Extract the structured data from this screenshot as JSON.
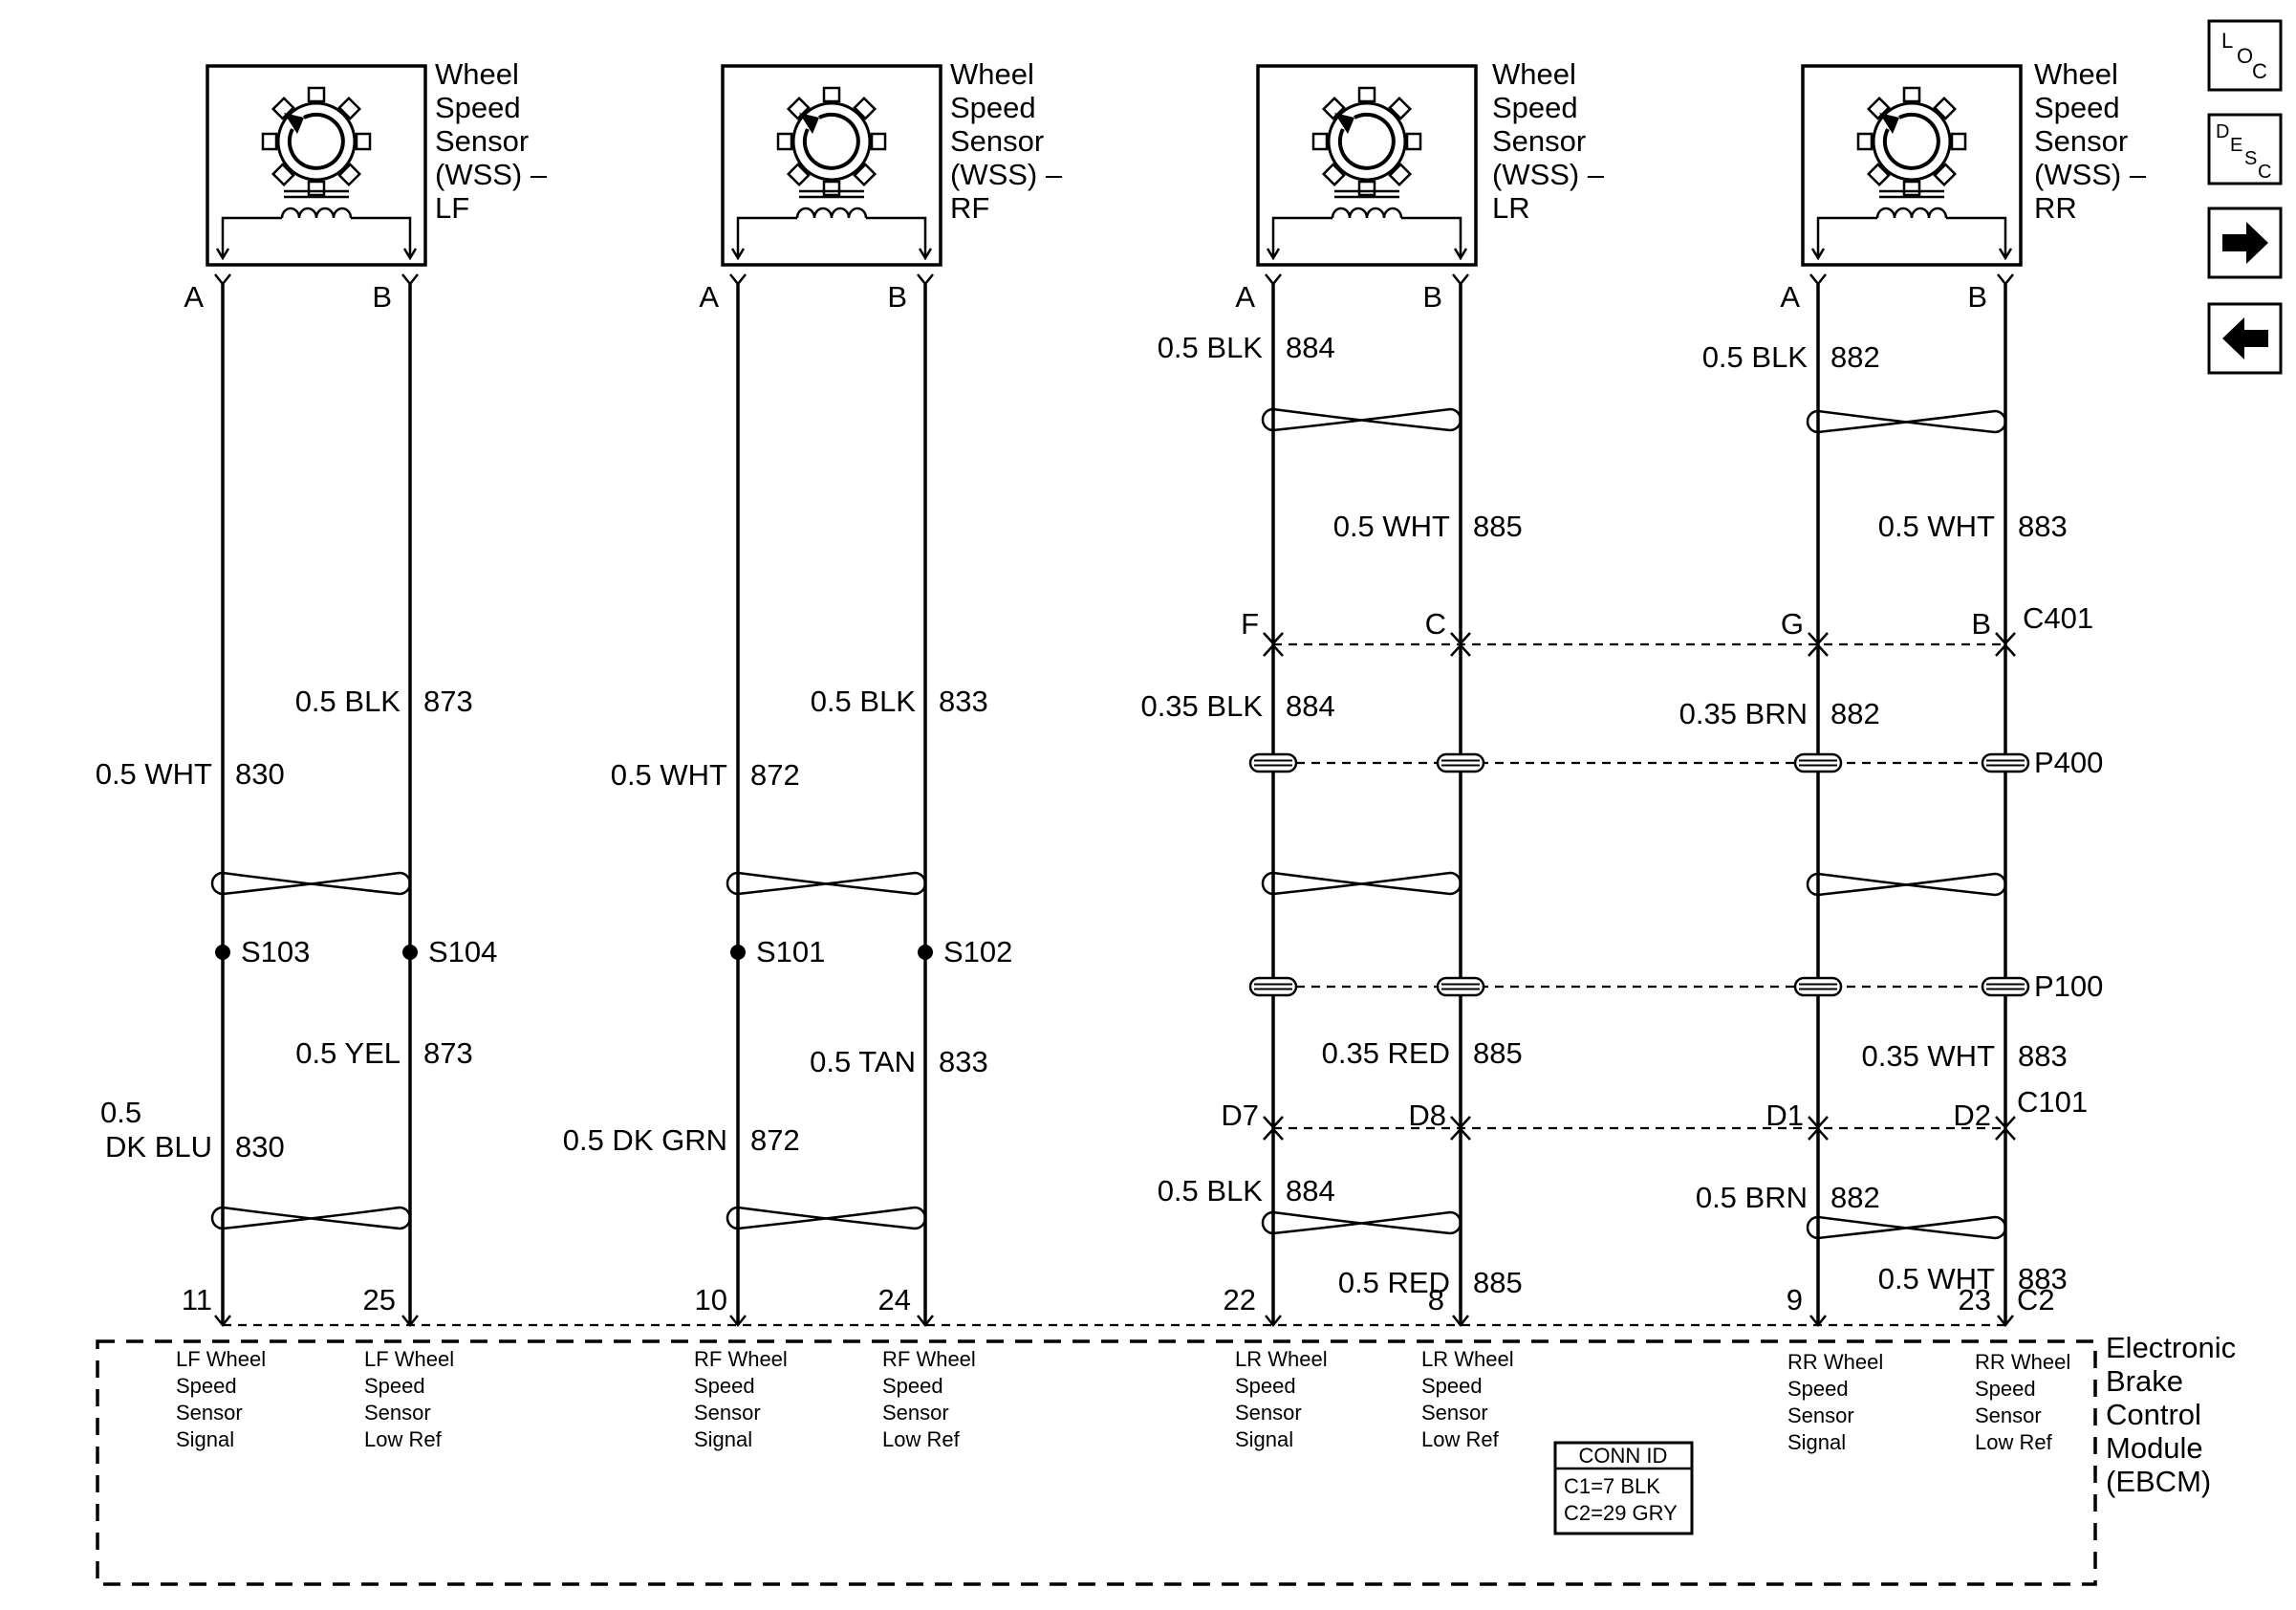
{
  "sensors": [
    {
      "title": [
        "Wheel",
        "Speed",
        "Sensor",
        "(WSS) –",
        "LF"
      ],
      "pin_a": "A",
      "pin_b": "B"
    },
    {
      "title": [
        "Wheel",
        "Speed",
        "Sensor",
        "(WSS) –",
        "RF"
      ],
      "pin_a": "A",
      "pin_b": "B"
    },
    {
      "title": [
        "Wheel",
        "Speed",
        "Sensor",
        "(WSS) –",
        "LR"
      ],
      "pin_a": "A",
      "pin_b": "B"
    },
    {
      "title": [
        "Wheel",
        "Speed",
        "Sensor",
        "(WSS) –",
        "RR"
      ],
      "pin_a": "A",
      "pin_b": "B"
    }
  ],
  "lf": {
    "b_top": {
      "wire": "0.5 BLK",
      "circuit": "873"
    },
    "a_top": {
      "wire": "0.5 WHT",
      "circuit": "830"
    },
    "splice_a": "S103",
    "splice_b": "S104",
    "b_bottom": {
      "wire": "0.5 YEL",
      "circuit": "873"
    },
    "a_bottom": {
      "wire_line1": "0.5",
      "wire_line2": "DK BLU",
      "circuit": "830"
    },
    "pin_a": "11",
    "pin_b": "25"
  },
  "rf": {
    "b_top": {
      "wire": "0.5 BLK",
      "circuit": "833"
    },
    "a_top": {
      "wire": "0.5 WHT",
      "circuit": "872"
    },
    "splice_a": "S101",
    "splice_b": "S102",
    "b_bottom": {
      "wire": "0.5 TAN",
      "circuit": "833"
    },
    "a_bottom": {
      "wire": "0.5 DK GRN",
      "circuit": "872"
    },
    "pin_a": "10",
    "pin_b": "24"
  },
  "lr": {
    "a_top": {
      "wire": "0.5 BLK",
      "circuit": "884"
    },
    "b_top": {
      "wire": "0.5 WHT",
      "circuit": "885"
    },
    "c401_a": "F",
    "c401_b": "C",
    "a_mid": {
      "wire": "0.35 BLK",
      "circuit": "884"
    },
    "b_mid": {
      "wire": "0.35 RED",
      "circuit": "885"
    },
    "c101_a": "D7",
    "c101_b": "D8",
    "a_bottom": {
      "wire": "0.5 BLK",
      "circuit": "884"
    },
    "b_bottom": {
      "wire": "0.5 RED",
      "circuit": "885"
    },
    "pin_a": "22",
    "pin_b": "8"
  },
  "rr": {
    "a_top": {
      "wire": "0.5 BLK",
      "circuit": "882"
    },
    "b_top": {
      "wire": "0.5 WHT",
      "circuit": "883"
    },
    "c401_a": "G",
    "c401_b": "B",
    "a_mid": {
      "wire": "0.35 BRN",
      "circuit": "882"
    },
    "b_mid": {
      "wire": "0.35 WHT",
      "circuit": "883"
    },
    "c101_a": "D1",
    "c101_b": "D2",
    "a_bottom": {
      "wire": "0.5 BRN",
      "circuit": "882"
    },
    "b_bottom": {
      "wire": "0.5 WHT",
      "circuit": "883"
    },
    "pin_a": "9",
    "pin_b": "23"
  },
  "connectors": {
    "c401": "C401",
    "p400": "P400",
    "p100": "P100",
    "c101": "C101",
    "c2": "C2"
  },
  "ebcm": {
    "title": [
      "Electronic",
      "Brake",
      "Control",
      "Module",
      "(EBCM)"
    ],
    "pins": [
      [
        "LF Wheel",
        "Speed",
        "Sensor",
        "Signal"
      ],
      [
        "LF Wheel",
        "Speed",
        "Sensor",
        "Low Ref"
      ],
      [
        "RF Wheel",
        "Speed",
        "Sensor",
        "Signal"
      ],
      [
        "RF Wheel",
        "Speed",
        "Sensor",
        "Low Ref"
      ],
      [
        "LR Wheel",
        "Speed",
        "Sensor",
        "Signal"
      ],
      [
        "LR Wheel",
        "Speed",
        "Sensor",
        "Low Ref"
      ],
      [
        "RR Wheel",
        "Speed",
        "Sensor",
        "Signal"
      ],
      [
        "RR Wheel",
        "Speed",
        "Sensor",
        "Low Ref"
      ]
    ],
    "conn_id": {
      "title": "CONN ID",
      "line1": "C1=7 BLK",
      "line2": "C2=29 GRY"
    }
  },
  "nav": {
    "loc": {
      "l": "L",
      "o": "O",
      "c": "C"
    },
    "desc": {
      "d": "D",
      "e": "E",
      "s": "S",
      "c": "C"
    },
    "forward_icon": "arrow-right-icon",
    "back_icon": "arrow-left-icon"
  }
}
